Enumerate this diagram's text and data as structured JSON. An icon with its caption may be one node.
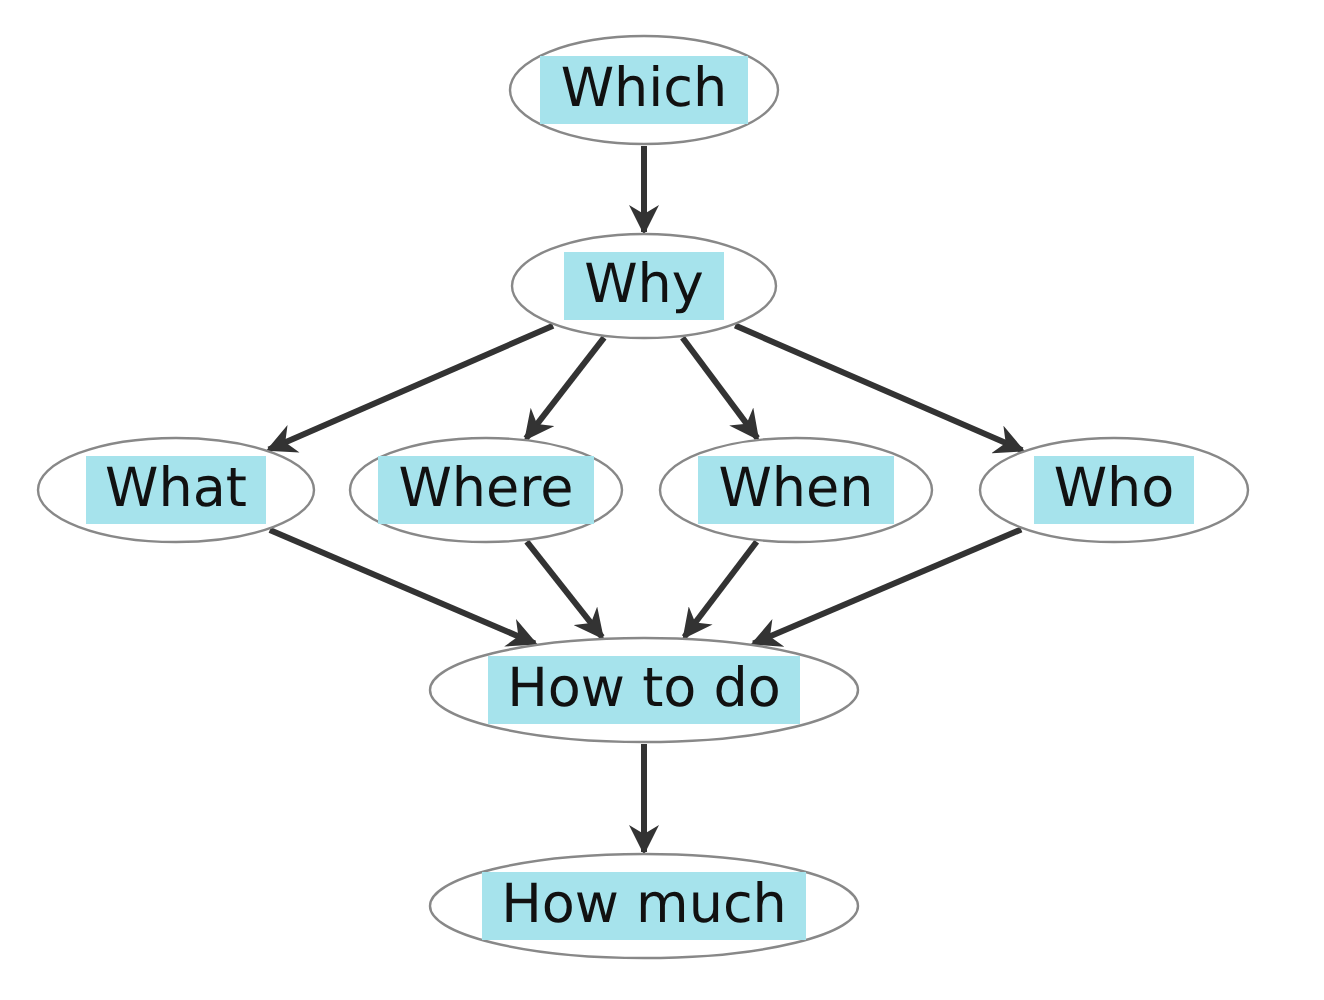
{
  "diagram": {
    "nodes": [
      {
        "text": [
          "Which"
        ]
      },
      {
        "text": [
          "Why"
        ]
      },
      {
        "text": [
          "What"
        ]
      },
      {
        "text": [
          "Where"
        ]
      },
      {
        "text": [
          "When"
        ]
      },
      {
        "text": [
          "Who"
        ]
      },
      {
        "text": [
          "How to do"
        ]
      },
      {
        "text": [
          "How much"
        ]
      }
    ],
    "edges": [
      {
        "from": 0,
        "to": 1,
        "arrow": "to"
      },
      {
        "from": 1,
        "to": 2,
        "arrow": "to"
      },
      {
        "from": 1,
        "to": 3,
        "arrow": "to"
      },
      {
        "from": 1,
        "to": 4,
        "arrow": "to"
      },
      {
        "from": 1,
        "to": 5,
        "arrow": "to"
      },
      {
        "from": 2,
        "to": 6,
        "arrow": "to"
      },
      {
        "from": 3,
        "to": 6,
        "arrow": "to"
      },
      {
        "from": 4,
        "to": 6,
        "arrow": "to"
      },
      {
        "from": 5,
        "to": 6,
        "arrow": "to"
      },
      {
        "from": 6,
        "to": 7,
        "arrow": "to"
      }
    ]
  }
}
